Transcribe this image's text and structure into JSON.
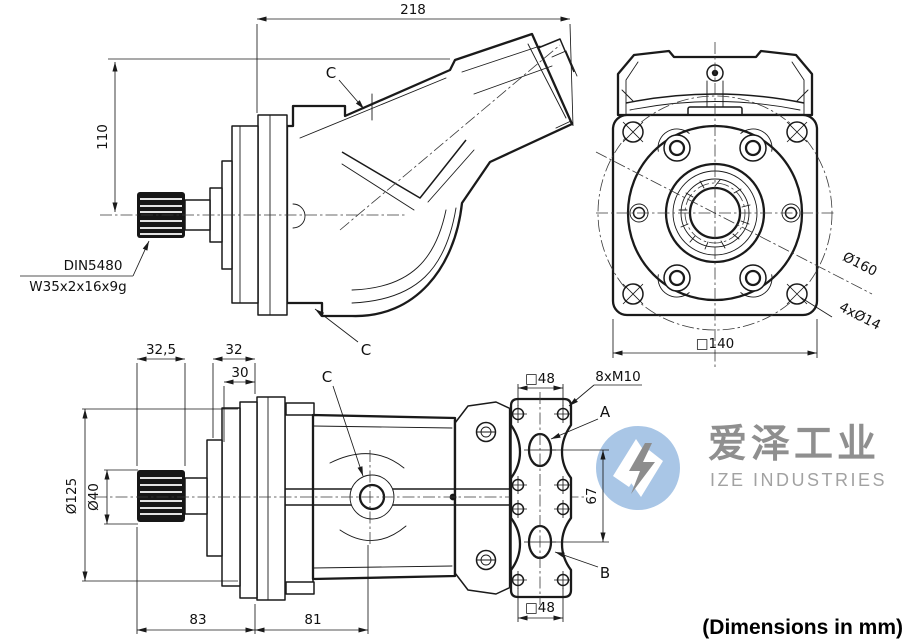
{
  "views": {
    "side_bent": {
      "overall_length": "218",
      "center_height": "110",
      "spline_standard": "DIN5480",
      "spline_spec": "W35x2x16x9g",
      "section_top": "C",
      "section_bottom": "C"
    },
    "front": {
      "bolt_circle": "Ø160",
      "corner_holes": "4xØ14",
      "flange_square": "□140"
    },
    "side_straight": {
      "spline_length": "32,5",
      "step_32": "32",
      "step_30": "30",
      "pilot_diameter": "Ø125",
      "shaft_diameter": "Ø40",
      "front_length": "83",
      "rear_length": "81",
      "section_c": "C"
    },
    "port_face": {
      "square_top": "□48",
      "square_bottom": "□48",
      "port_spacing": "67",
      "thread_spec": "8xM10",
      "port_a": "A",
      "port_b": "B"
    }
  },
  "watermark": {
    "company_cn": "爱泽工业",
    "company_en": "IZE INDUSTRIES"
  },
  "note": "(Dimensions in mm)",
  "colors": {
    "line": "#1a1a1a",
    "watermark_blue": "#a9c6e6",
    "watermark_gray": "#8d8d8d",
    "watermark_text": "#8f8f8f"
  }
}
